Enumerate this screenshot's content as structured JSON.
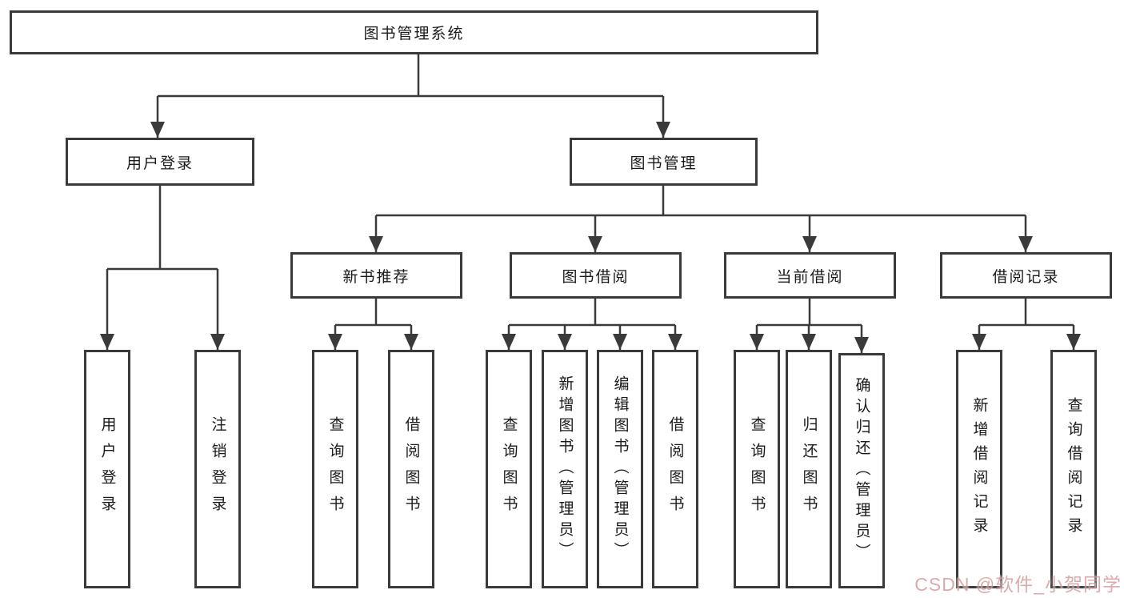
{
  "diagram": {
    "root": {
      "label": "图书管理系统"
    },
    "branches": [
      {
        "label": "用户登录",
        "children": [
          {
            "label": "用户登录"
          },
          {
            "label": "注销登录"
          }
        ]
      },
      {
        "label": "图书管理",
        "children": [
          {
            "label": "新书推荐",
            "children": [
              {
                "label": "查询图书"
              },
              {
                "label": "借阅图书"
              }
            ]
          },
          {
            "label": "图书借阅",
            "children": [
              {
                "label": "查询图书"
              },
              {
                "label": "新增图书（管理员）"
              },
              {
                "label": "编辑图书（管理员）"
              },
              {
                "label": "借阅图书"
              }
            ]
          },
          {
            "label": "当前借阅",
            "children": [
              {
                "label": "查询图书"
              },
              {
                "label": "归还图书"
              },
              {
                "label": "确认归还（管理员）"
              }
            ]
          },
          {
            "label": "借阅记录",
            "children": [
              {
                "label": "新增借阅记录"
              },
              {
                "label": "查询借阅记录"
              }
            ]
          }
        ]
      }
    ]
  },
  "watermark": {
    "text": "CSDN @软件_小贺同学",
    "color": "#d79c9c"
  },
  "colors": {
    "line": "#3a3a3a",
    "box_border": "#3a3a3a",
    "box_fill": "#ffffff",
    "text": "#1a1a1a",
    "background": "#ffffff"
  }
}
